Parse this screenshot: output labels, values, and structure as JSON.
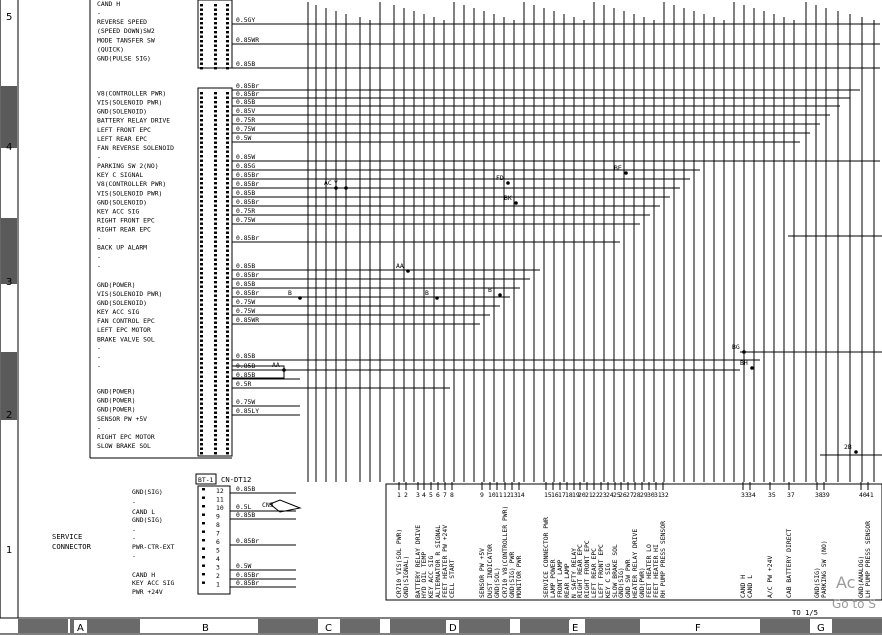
{
  "frame": {
    "zone_rows": [
      "5",
      "4",
      "3",
      "2",
      "1"
    ],
    "zone_cols": [
      "A",
      "B",
      "C",
      "D",
      "E",
      "F",
      "G"
    ]
  },
  "left_labels": [
    {
      "text": "CAND H"
    },
    {
      "text": "-"
    },
    {
      "text": "REVERSE SPEED"
    },
    {
      "text": "(SPEED DOWN)SW2"
    },
    {
      "text": "MODE TANSFER SW"
    },
    {
      "text": "(QUICK)"
    },
    {
      "text": "GND(PULSE SIG)"
    },
    {
      "text": "V8(CONTROLLER PWR)"
    },
    {
      "text": "VIS(SOLENOID PWR)"
    },
    {
      "text": "GND(SOLENOID)"
    },
    {
      "text": "BATTERY RELAY DRIVE"
    },
    {
      "text": "LEFT FRONT EPC"
    },
    {
      "text": "LEFT REAR EPC"
    },
    {
      "text": "FAN REVERSE SOLENOID"
    },
    {
      "text": "-"
    },
    {
      "text": "PARKING SW 2(NO)"
    },
    {
      "text": "KEY C SIGNAL"
    },
    {
      "text": "V8(CONTROLLER PWR)"
    },
    {
      "text": "VIS(SOLENOID PWR)"
    },
    {
      "text": "GND(SOLENOID)"
    },
    {
      "text": "KEY ACC SIG"
    },
    {
      "text": "RIGHT FRONT EPC"
    },
    {
      "text": "RIGHT REAR EPC"
    },
    {
      "text": "-"
    },
    {
      "text": "BACK UP ALARM"
    },
    {
      "text": "-"
    },
    {
      "text": "-"
    },
    {
      "text": "GND(POWER)"
    },
    {
      "text": "VIS(SOLENOID PWR)"
    },
    {
      "text": "GND(SOLENOID)"
    },
    {
      "text": "KEY ACC SIG"
    },
    {
      "text": "FAN CONTROL EPC"
    },
    {
      "text": "LEFT EPC MOTOR"
    },
    {
      "text": "BRAKE VALVE SOL"
    },
    {
      "text": "-"
    },
    {
      "text": "-"
    },
    {
      "text": "-"
    },
    {
      "text": "GND(POWER)"
    },
    {
      "text": "GND(POWER)"
    },
    {
      "text": "GND(POWER)"
    },
    {
      "text": "SENSOR PW +5V"
    },
    {
      "text": "-"
    },
    {
      "text": "RIGHT EPC MOTOR"
    },
    {
      "text": "SLOW BRAKE SOL"
    }
  ],
  "wire_labels": [
    {
      "text": "0.5GY"
    },
    {
      "text": "0.85WR"
    },
    {
      "text": "0.85B"
    },
    {
      "text": "0.85Br"
    },
    {
      "text": "0.85Br"
    },
    {
      "text": "0.85B"
    },
    {
      "text": "0.85V"
    },
    {
      "text": "0.75R"
    },
    {
      "text": "0.75W"
    },
    {
      "text": "0.5W"
    },
    {
      "text": "0.85W"
    },
    {
      "text": "0.85G"
    },
    {
      "text": "0.85Br"
    },
    {
      "text": "0.85Br"
    },
    {
      "text": "0.85B"
    },
    {
      "text": "0.85Br"
    },
    {
      "text": "0.75R"
    },
    {
      "text": "0.75W"
    },
    {
      "text": "0.85Br"
    },
    {
      "text": "0.85B"
    },
    {
      "text": "0.85Br"
    },
    {
      "text": "0.85B"
    },
    {
      "text": "0.85Br"
    },
    {
      "text": "0.75W"
    },
    {
      "text": "0.75W"
    },
    {
      "text": "0.85WR"
    },
    {
      "text": "0.85B"
    },
    {
      "text": "0.85B"
    },
    {
      "text": "0.85B"
    },
    {
      "text": "0.5R"
    },
    {
      "text": "0.75W"
    },
    {
      "text": "0.85LY"
    }
  ],
  "junctions": [
    {
      "text": "AC"
    },
    {
      "text": "Y"
    },
    {
      "text": "FD"
    },
    {
      "text": "BK"
    },
    {
      "text": "BE"
    },
    {
      "text": "AA"
    },
    {
      "text": "B"
    },
    {
      "text": "B"
    },
    {
      "text": "B"
    },
    {
      "text": "AA"
    },
    {
      "text": "BG"
    },
    {
      "text": "BH"
    },
    {
      "text": "2B"
    }
  ],
  "service_connector": {
    "title_line1": "SERVICE",
    "title_line2": "CONNECTOR",
    "connector_id": "CN-DT12",
    "connector_box": "BT-1",
    "shield_tag": "CN3",
    "pins": [
      "12",
      "11",
      "10",
      "9",
      "8",
      "7",
      "6",
      "5",
      "4",
      "3",
      "2",
      "1"
    ],
    "wires": [
      "0.85B",
      "0.5L",
      "0.85B",
      "0.85Br",
      "0.5W",
      "0.85Br",
      "0.85Br"
    ],
    "labels": [
      {
        "text": "GND(SIG)"
      },
      {
        "text": "-"
      },
      {
        "text": "CAND L"
      },
      {
        "text": "GND(SIG)"
      },
      {
        "text": "-"
      },
      {
        "text": "-"
      },
      {
        "text": "PWR-CTR-EXT"
      },
      {
        "text": "-"
      },
      {
        "text": "CAND H"
      },
      {
        "text": "KEY ACC SIG"
      },
      {
        "text": "PWR +24V"
      }
    ]
  },
  "bottom_connector": {
    "columns": [
      {
        "pin": "1",
        "label": "CR710 VIS(SOL PWR)"
      },
      {
        "pin": "2",
        "label": "GND(SIGNAL)"
      },
      {
        "pin": "3",
        "label": "BATTERY RELAY DRIVE"
      },
      {
        "pin": "4",
        "label": "HYD OIL TEMP"
      },
      {
        "pin": "5",
        "label": "KEY ACC SIG"
      },
      {
        "pin": "6",
        "label": "ALTERNATOR R SIGNAL"
      },
      {
        "pin": "7",
        "label": "FEET HEATER PW +24V"
      },
      {
        "pin": "8",
        "label": "CELL START"
      },
      {
        "pin": "9",
        "label": "SENSOR PW +5V"
      },
      {
        "pin": "10",
        "label": "DUST INDICATOR"
      },
      {
        "pin": "11",
        "label": "GND(SOL)"
      },
      {
        "pin": "12",
        "label": "CR710 V8(CONTROLLER PWR)"
      },
      {
        "pin": "13",
        "label": "GND(SIG) PWR"
      },
      {
        "pin": "14",
        "label": "MONITOR PWR"
      },
      {
        "pin": "15",
        "label": "SERVICE CONNECTOR PWR"
      },
      {
        "pin": "16",
        "label": "LAMP POWER"
      },
      {
        "pin": "17",
        "label": "FRONT LAMP"
      },
      {
        "pin": "18",
        "label": "REAR LAMP"
      },
      {
        "pin": "19",
        "label": "N SAFTY RELAY"
      },
      {
        "pin": "20",
        "label": "RIGHT REAR EPC"
      },
      {
        "pin": "21",
        "label": "RIGHT FRONT EPC"
      },
      {
        "pin": "22",
        "label": "LEFT REAR EPC"
      },
      {
        "pin": "23",
        "label": "LEFT FRONT EPC"
      },
      {
        "pin": "24",
        "label": "KEY C SIG"
      },
      {
        "pin": "25",
        "label": "SLOW BRAKE SOL"
      },
      {
        "pin": "26",
        "label": "GND(SIG)"
      },
      {
        "pin": "27",
        "label": "GND SW PWR"
      },
      {
        "pin": "28",
        "label": "HEATER RELAY DRIVE"
      },
      {
        "pin": "29",
        "label": "GND(PWR)"
      },
      {
        "pin": "30",
        "label": "FEET HEATER LO"
      },
      {
        "pin": "31",
        "label": "FEET HEATER HI"
      },
      {
        "pin": "32",
        "label": "RH PUMP PRESS SENSOR"
      },
      {
        "pin": "33",
        "label": "CAND H"
      },
      {
        "pin": "34",
        "label": "CAND L"
      },
      {
        "pin": "35",
        "label": "A/C PW +24V"
      },
      {
        "pin": "37",
        "label": "CAB BATTERY DIRECT"
      },
      {
        "pin": "38",
        "label": "GND(SIG)"
      },
      {
        "pin": "39",
        "label": "PARKING SW (NO)"
      },
      {
        "pin": "40",
        "label": "GND(ANALOG)"
      },
      {
        "pin": "41",
        "label": "LH PUMP PRESS SENSOR"
      }
    ]
  },
  "footer": {
    "to_label": "TO 1/5"
  },
  "watermark": {
    "line1": "Ac",
    "line2": "Go to S"
  }
}
